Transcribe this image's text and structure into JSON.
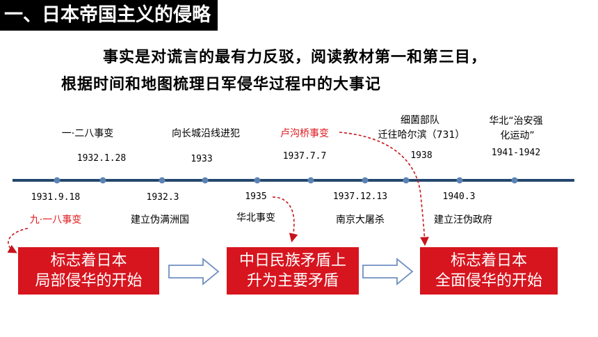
{
  "section_title": "一、日本帝国主义的侵略",
  "intro": {
    "line1": "事实是对谎言的最有力反驳，阅读教材第一和第三目，",
    "line2": "根据时间和地图梳理日军侵华过程中的大事记"
  },
  "timeline_top": [
    {
      "event": "一·二八事变",
      "date": "1932.1.28"
    },
    {
      "event": "向长城沿线进犯",
      "date": "1933"
    },
    {
      "event": "卢沟桥事变",
      "date": "1937.7.7"
    },
    {
      "event_line1": "细菌部队",
      "event_line2": "迁往哈尔滨（731）",
      "date": "1938"
    },
    {
      "event_line1": "华北“治安强",
      "event_line2": "化运动”",
      "date": "1941-1942"
    }
  ],
  "timeline_bottom": [
    {
      "date": "1931.9.18",
      "event": "九·一八事变"
    },
    {
      "date": "1932.3",
      "event": "建立伪满洲国"
    },
    {
      "date": "1935",
      "event": "华北事变"
    },
    {
      "date": "1937.12.13",
      "event": "南京大屠杀"
    },
    {
      "date": "1940.3",
      "event": "建立汪伪政府"
    }
  ],
  "boxes": [
    {
      "line1": "标志着日本",
      "line2": "局部侵华的开始"
    },
    {
      "line1": "中日民族矛盾上",
      "line2": "升为主要矛盾"
    },
    {
      "line1": "标志着日本",
      "line2": "全面侵华的开始"
    }
  ],
  "colors": {
    "accent_red": "#d7151f",
    "highlight_text": "#e0191e",
    "timeline_line": "#24476d",
    "timeline_dot": "#5b82b4",
    "arrow_outline": "#6f8fc2"
  }
}
